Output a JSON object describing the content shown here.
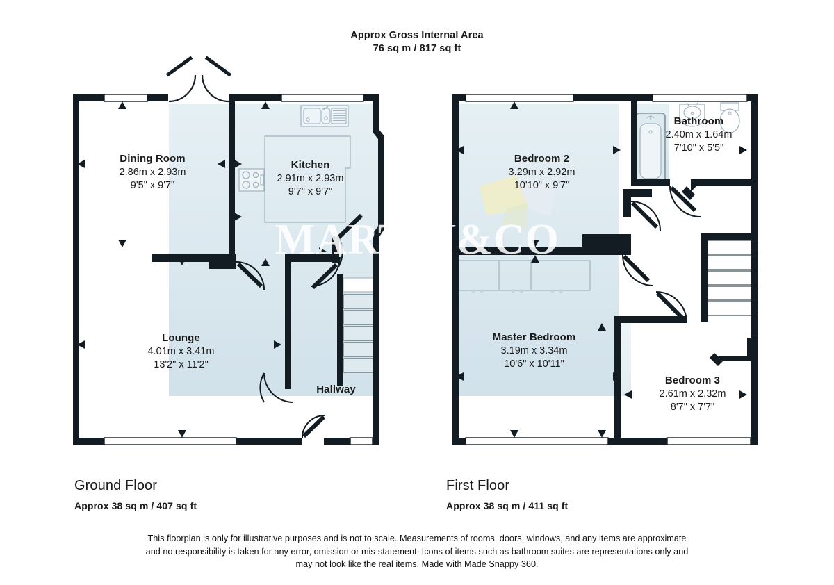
{
  "header": {
    "line1": "Approx Gross Internal Area",
    "line2": "76 sq m / 817 sq ft"
  },
  "watermark": {
    "text": "MARTIN&CO",
    "color": "#ffffff",
    "logo_color": "#f3efc0"
  },
  "colors": {
    "wall": "#131c22",
    "room_fill_light": "#ffffff",
    "room_fill_tint": "#d6e5ec",
    "fixture_stroke": "#9fb3bd",
    "fixture_fill": "#eef4f7",
    "text": "#1a1a1a"
  },
  "floors": [
    {
      "id": "ground-floor",
      "caption_title": "Ground Floor",
      "caption_sub": "Approx 38 sq m / 407 sq ft",
      "rooms": [
        {
          "id": "dining-room",
          "name": "Dining Room",
          "dim_metric": "2.86m x 2.93m",
          "dim_imperial": "9'5\" x 9'7\""
        },
        {
          "id": "kitchen",
          "name": "Kitchen",
          "dim_metric": "2.91m x 2.93m",
          "dim_imperial": "9'7\" x 9'7\""
        },
        {
          "id": "lounge",
          "name": "Lounge",
          "dim_metric": "4.01m x 3.41m",
          "dim_imperial": "13'2\" x 11'2\""
        },
        {
          "id": "hallway",
          "name": "Hallway",
          "dim_metric": "",
          "dim_imperial": ""
        }
      ]
    },
    {
      "id": "first-floor",
      "caption_title": "First Floor",
      "caption_sub": "Approx 38 sq m / 411 sq ft",
      "rooms": [
        {
          "id": "bedroom-2",
          "name": "Bedroom 2",
          "dim_metric": "3.29m x 2.92m",
          "dim_imperial": "10'10\" x 9'7\""
        },
        {
          "id": "bathroom",
          "name": "Bathroom",
          "dim_metric": "2.40m x 1.64m",
          "dim_imperial": "7'10\" x 5'5\""
        },
        {
          "id": "master-bedroom",
          "name": "Master Bedroom",
          "dim_metric": "3.19m x 3.34m",
          "dim_imperial": "10'6\" x 10'11\""
        },
        {
          "id": "bedroom-3",
          "name": "Bedroom 3",
          "dim_metric": "2.61m x 2.32m",
          "dim_imperial": "8'7\" x 7'7\""
        }
      ]
    }
  ],
  "disclaimer": {
    "line1": "This floorplan is only for illustrative purposes and is not to scale. Measurements of rooms, doors, windows, and any items are approximate",
    "line2": "and no responsibility is taken for any error, omission or mis-statement. Icons of items such as bathroom suites are representations only and",
    "line3": "may not look like the real items. Made with Made Snappy 360."
  }
}
